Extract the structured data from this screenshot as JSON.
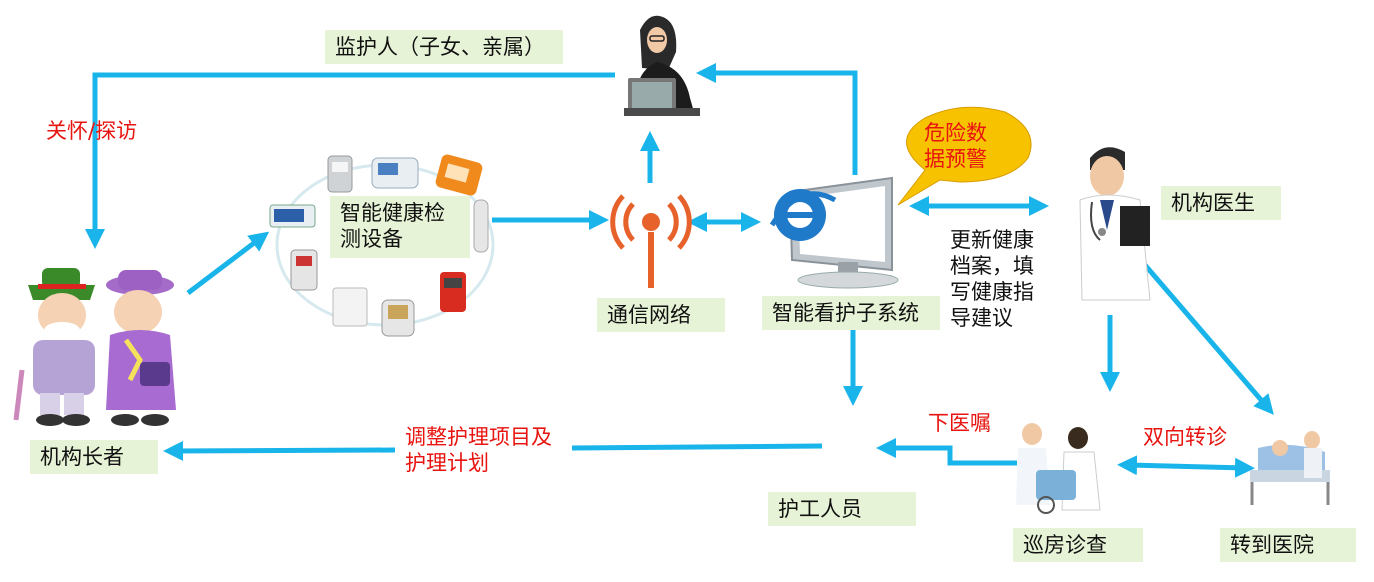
{
  "nodes": {
    "guardian": "监护人（子女、亲属）",
    "devices": "智能健康检测设备",
    "network": "通信网络",
    "system": "智能看护子系统",
    "doctor": "机构医生",
    "elders": "机构长者",
    "caregivers": "护工人员",
    "ward_round": "巡房诊查",
    "transfer": "转到医院"
  },
  "edges": {
    "care_visit": "关怀/探访",
    "adjust_plan": "调整护理项目及护理计划",
    "prescription": "下医嘱",
    "referral": "双向转诊",
    "update_records": "更新健康档案，填写健康指导建议"
  },
  "alert": "危险数据预警",
  "colors": {
    "arrow": "#19b4ea",
    "label_bg": "#e7f3d6",
    "red_text": "#e8140f",
    "alert_bubble": "#f7c200"
  }
}
